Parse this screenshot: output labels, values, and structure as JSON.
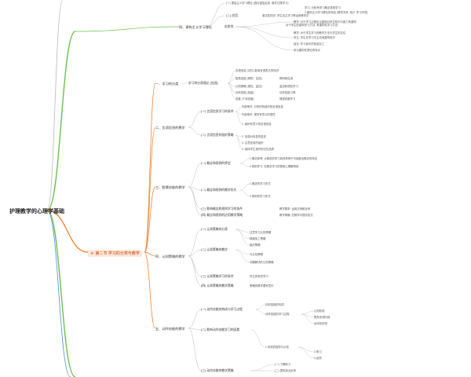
{
  "root_title": "护理教学的心理学基础",
  "center": {
    "label": "第二节 学习的分类与教学"
  },
  "colors": {
    "orange": "#f97316",
    "green": "#6cc04a",
    "blue": "#4a8cd6",
    "gray": "#b9b9b9"
  },
  "top_fragments": {
    "f1": "(一) 提高主义学习理论 (强化重复启发, 奥苏贝提学习)",
    "f1b": "学习, 分析有学习概念类型学习",
    "f1c": "2.建构主义学习理论的特征 (教学关系 '设计' 学习环境)",
    "f2": "(二) 应用",
    "f2b": "事实性知识, 学生自主学习等运用教学中",
    "f3": "四、建构主义学习理论",
    "f3b": "启发性",
    "f3c": "对于学生的建构学习方法, 有建构性学习方法",
    "f3d": "教学: 对于学习过程应当重视对学生知识与能力的建构",
    "f3e": "教学: 对于学生学习的教学方法与学生的交往",
    "f3f": "学生: 学生在学习中主动地建构知识",
    "f3g": "结论: 学习者中的信息加工",
    "f3h": "多元建构性理论的特点"
  },
  "sec1": {
    "label": "一、学习的分类",
    "child": "学习的分类理论 (加涅)",
    "leaves": [
      "言语信息 (记忆) 能用言语表达的知识",
      "智慧技能 (辨别、应用)",
      "认知策略 (调控、监控)",
      "动作技能 (技能)",
      "态度 (个体态度)"
    ],
    "leaf_notes": [
      "辨别和应用",
      "监控和调控学习",
      "动作技能习得",
      "情感态度学习"
    ]
  },
  "sec2": {
    "label": "二、言语信息的教学",
    "items": [
      "(一) 言语信息学习的条件",
      "(二) 言语信息的组织策略"
    ],
    "notes": [
      "内部条件: 已有的有组织的言语信息",
      "外部条件: 提供有意义的语境",
      "1. 组织有意义的言语信息",
      "2. 加强对信息的复述",
      "3. 注意信息的组织",
      "4. 保持学生良好的记忆品质"
    ]
  },
  "sec3": {
    "label": "三、智慧技能的教学",
    "items": [
      "(一) 概念和规则的界定",
      "(二) 概念和规则的教学形式",
      "(三) 影响概念和规则学习的条件",
      "(四) 概念和规则的应用教学策略"
    ],
    "notes": [
      "1.概念获得: 从概念的学习到具体例子中抽象出概念的特征",
      "2.规则学习: 在概念学习的基础上理解规则",
      "1.概念的学习形式",
      "2.规则的学习形式",
      "教学要求: 运用正例和反例",
      "教学策略: 在教学中提供变式"
    ]
  },
  "sec4": {
    "label": "四、认知策略的教学",
    "items": [
      "(一) 认知策略的分类",
      "(二) 认知策略的教学",
      "(三) 认知策略学习的条件",
      "(四) 认知策略的教学策略"
    ],
    "notes": [
      "注意学习认知策略",
      "精细加工策略",
      "组织策略",
      "元认知策略",
      "问题解决的认知策略",
      "学生的有意学习",
      "策略的教学要有意识"
    ]
  },
  "sec5": {
    "label": "五、动作技能的教学",
    "items": [
      "(一) 动作技能的构成与学习过程",
      "(二) 影响动作技能学习的因素",
      "(三) 动作技能的教学策略"
    ],
    "notes": [
      "动作技能的构成",
      "动作技能的学习过程",
      "认知阶段",
      "联系形成阶段",
      "自动化阶段",
      "1.有效的指导与示范",
      "2.练习",
      "3.反馈",
      "(一) 了解练习",
      "(二) 提供适当反馈"
    ]
  }
}
